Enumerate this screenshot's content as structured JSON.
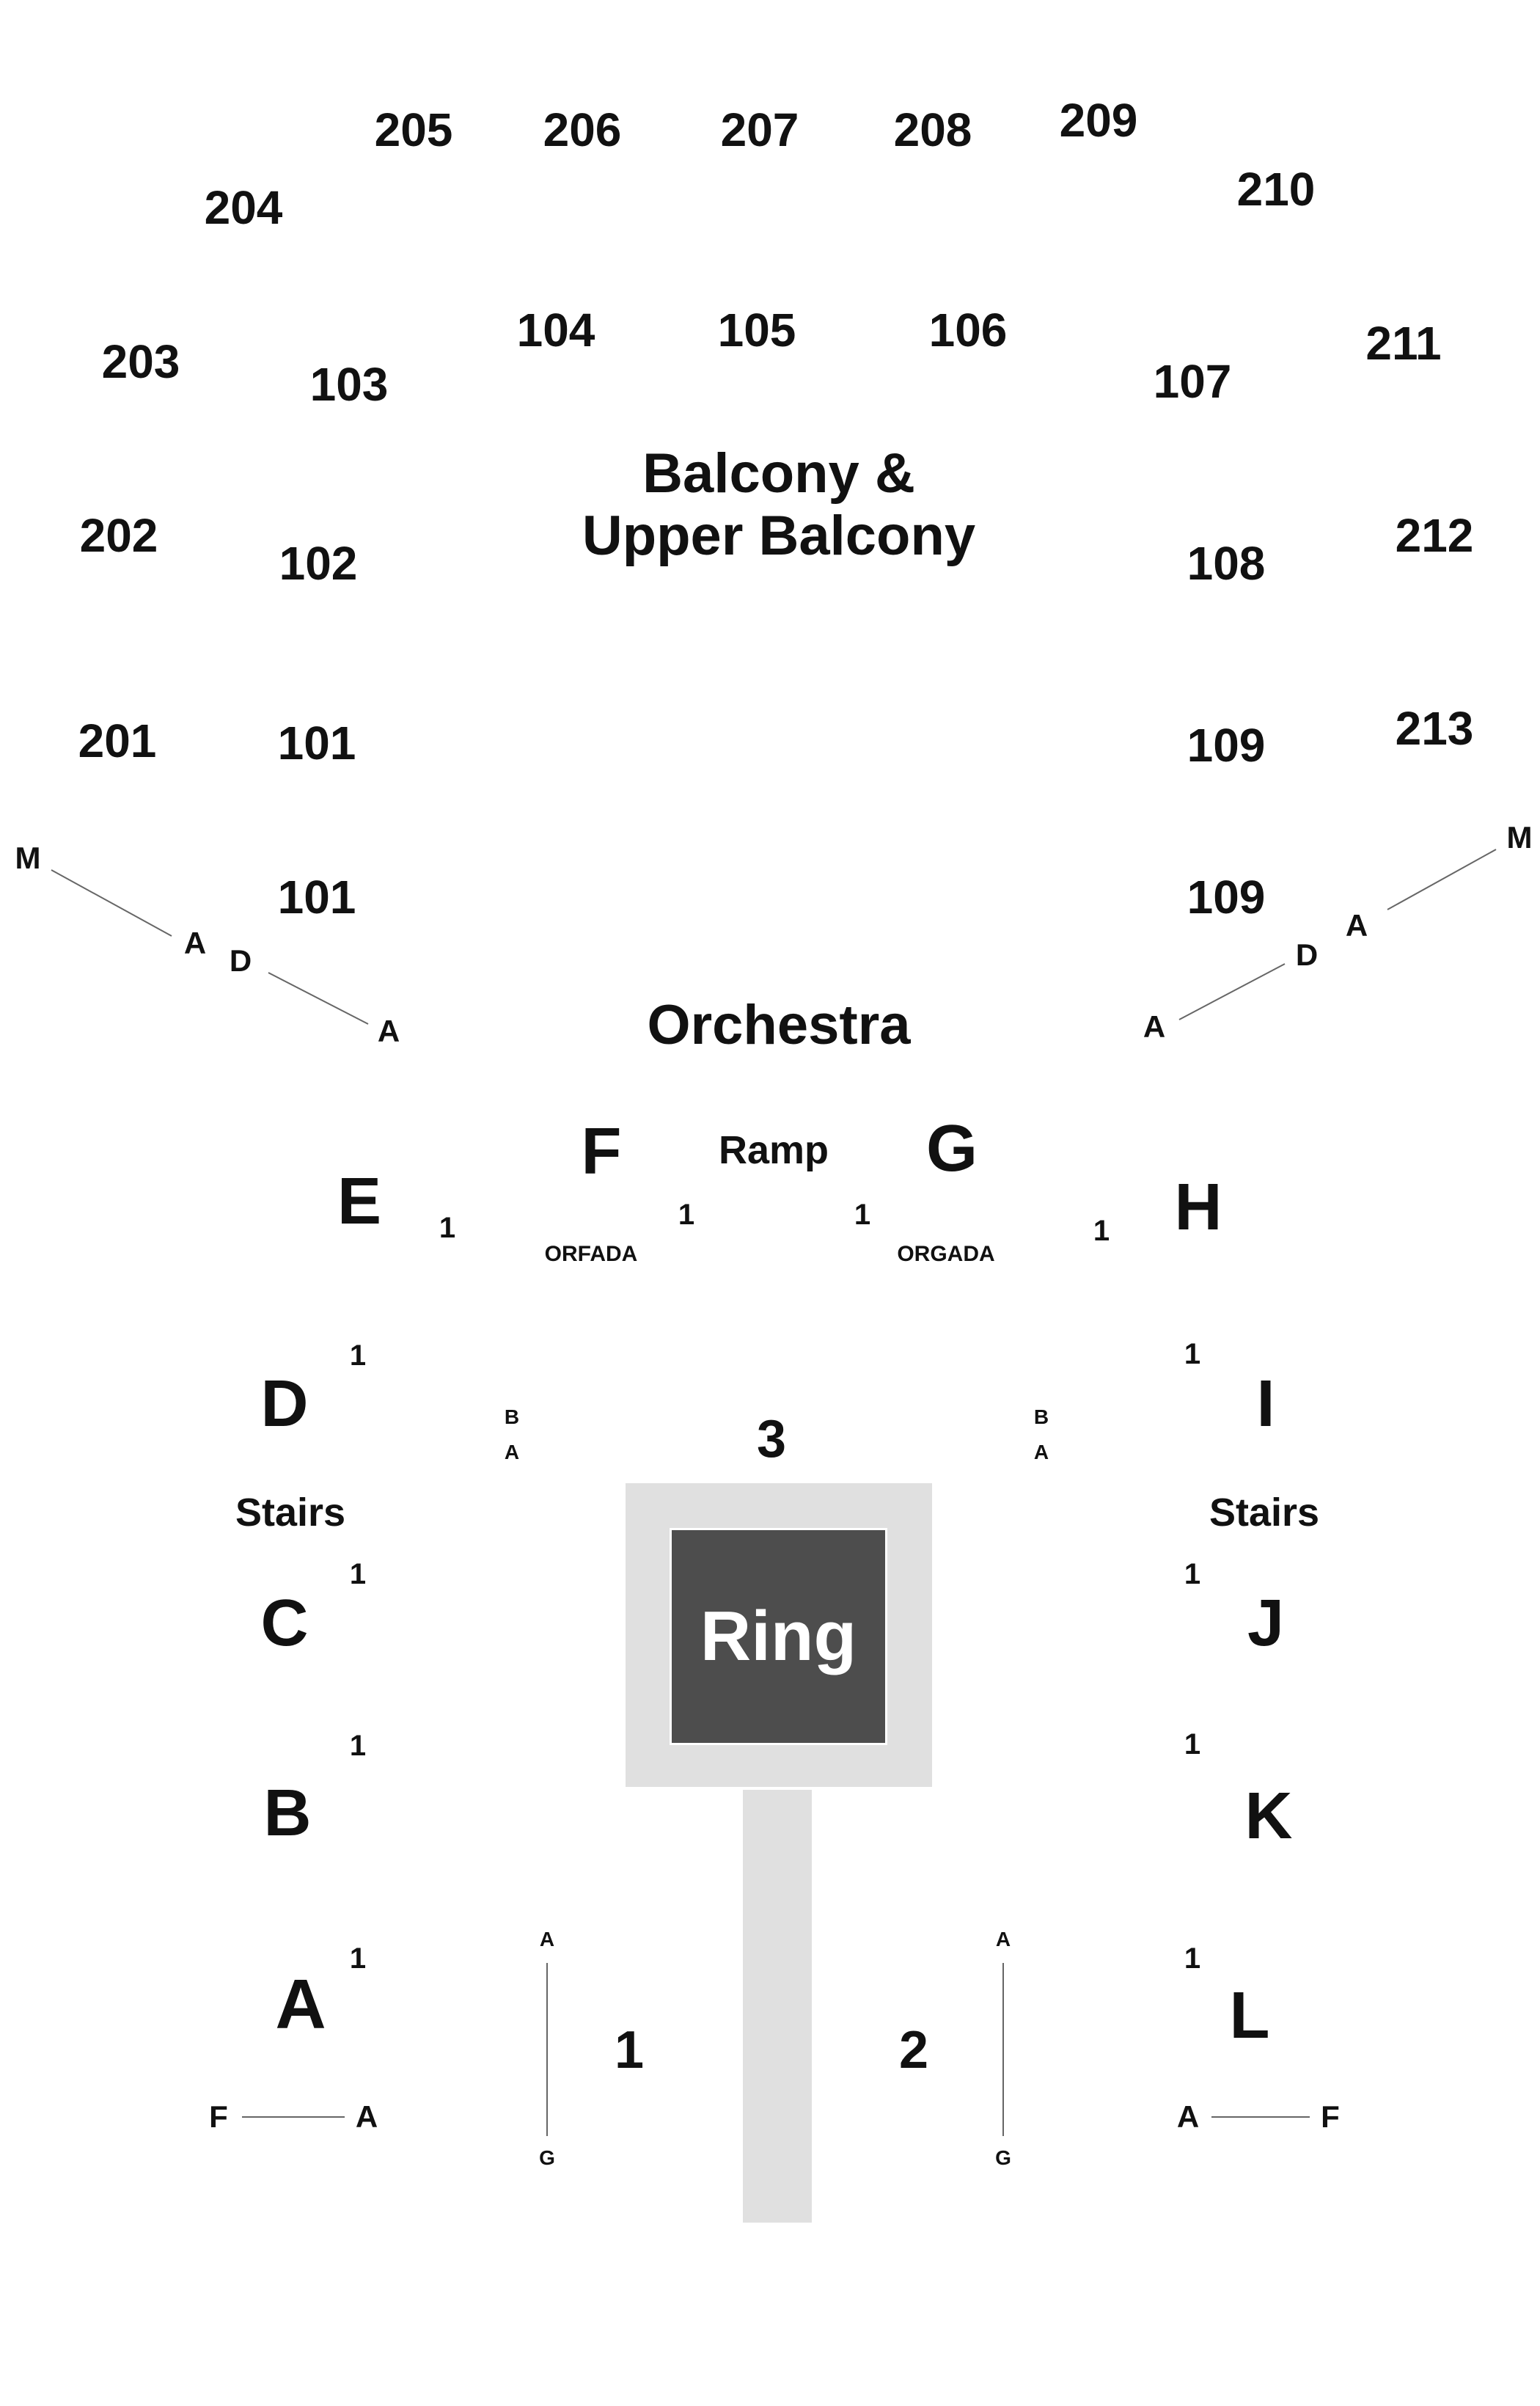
{
  "map": {
    "colors": {
      "ring_fill": "#4d4d4d",
      "ring_apron": "#e0e0e0",
      "walkway": "#e0e0e0",
      "text": "#111111",
      "lines": "#666666"
    },
    "areas": {
      "balcony_line1": "Balcony &",
      "balcony_line2": "Upper Balcony",
      "orchestra": "Orchestra",
      "ring": "Ring",
      "ramp": "Ramp",
      "stairs_left": "Stairs",
      "stairs_right": "Stairs"
    },
    "upper_balcony_sections": [
      "201",
      "202",
      "203",
      "204",
      "205",
      "206",
      "207",
      "208",
      "209",
      "210",
      "211",
      "212",
      "213"
    ],
    "balcony_sections": [
      "101",
      "101",
      "102",
      "103",
      "104",
      "105",
      "106",
      "107",
      "108",
      "109",
      "109"
    ],
    "floor_sections": {
      "A": "A",
      "B": "B",
      "C": "C",
      "D": "D",
      "E": "E",
      "F": "F",
      "G": "G",
      "H": "H",
      "I": "I",
      "J": "J",
      "K": "K",
      "L": "L",
      "s1": "1",
      "s2": "2",
      "s3": "3"
    },
    "sub_labels": {
      "orfada": "ORFADA",
      "orgada": "ORGADA"
    },
    "row_markers": {
      "left_upper": [
        "M",
        "A",
        "D",
        "A"
      ],
      "right_upper": [
        "M",
        "A",
        "D",
        "A"
      ],
      "left_lower": [
        "F",
        "A"
      ],
      "right_lower": [
        "A",
        "F"
      ],
      "sec1": [
        "A",
        "G"
      ],
      "sec2": [
        "A",
        "G"
      ],
      "sec3_left": [
        "B",
        "A"
      ],
      "sec3_right": [
        "B",
        "A"
      ]
    },
    "seat_one": "1"
  }
}
